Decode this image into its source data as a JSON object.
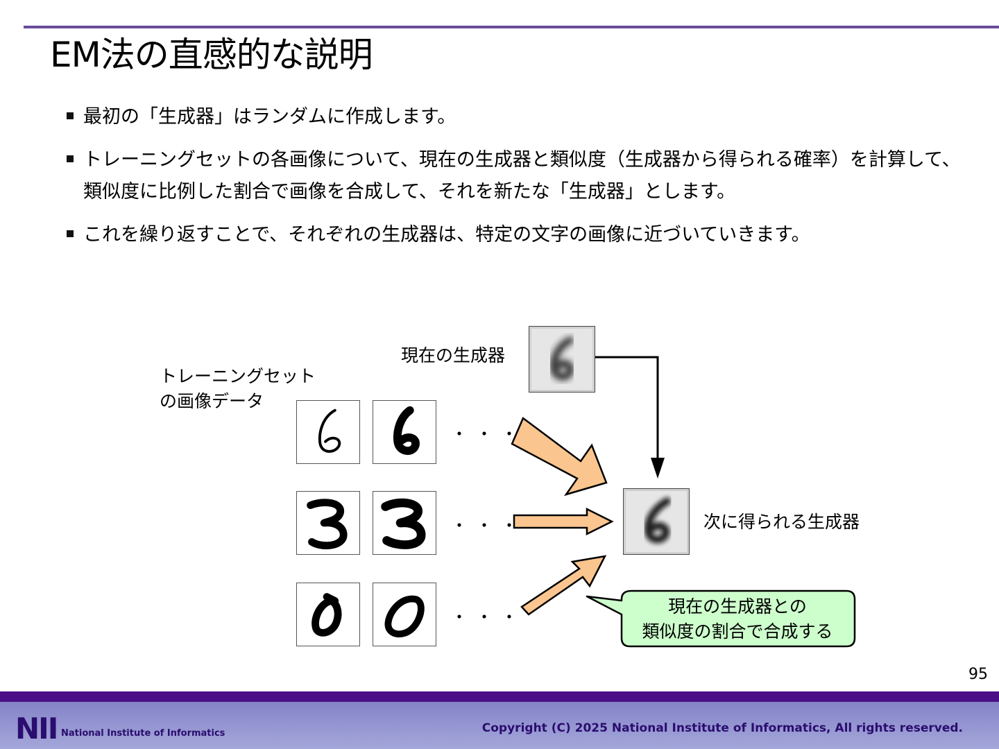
{
  "slide": {
    "title": "EM法の直感的な説明",
    "bullets": [
      "最初の「生成器」はランダムに作成します。",
      "トレーニングセットの各画像について、現在の生成器と類似度（生成器から得られる確率）を計算して、類似度に比例した割合で画像を合成して、それを新たな「生成器」とします。",
      "これを繰り返すことで、それぞれの生成器は、特定の文字の画像に近づいていきます。"
    ],
    "page_number": "95"
  },
  "figure": {
    "current_generator_label": "現在の生成器",
    "training_label_line1": "トレーニングセット",
    "training_label_line2": "の画像データ",
    "next_generator_label": "次に得られる生成器",
    "callout_line1": "現在の生成器との",
    "callout_line2": "類似度の割合で合成する",
    "ellipsis": "・・・",
    "training_digits": [
      "6",
      "6",
      "3",
      "3",
      "0",
      "0"
    ],
    "generator_digit": "6",
    "arrow_fill_color": "#fbc58f",
    "callout_fill_color": "#ccffcc"
  },
  "footer": {
    "logo": "NII",
    "logo_subtitle": "National Institute of Informatics",
    "copyright": "Copyright (C) 2025 National Institute of Informatics, All rights reserved."
  },
  "colors": {
    "accent": "#6a4c9c",
    "footer_band": "#4a0f86",
    "footer_text": "#2a0d6e"
  }
}
